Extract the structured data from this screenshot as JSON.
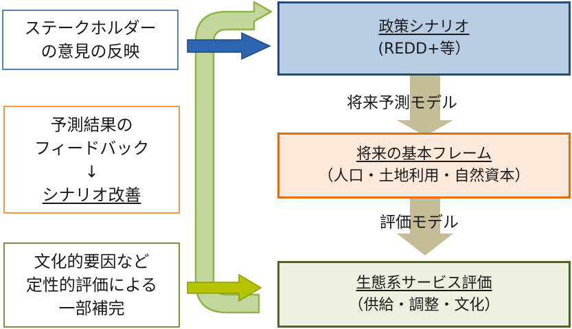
{
  "left_boxes": {
    "stakeholder": {
      "line1": "ステークホルダー",
      "line2": "の意見の反映",
      "color": "#4f81bd"
    },
    "feedback": {
      "line1": "予測結果の",
      "line2": "フィードバック",
      "arrow": "↓",
      "line3": "シナリオ改善",
      "color": "#f79646"
    },
    "cultural": {
      "line1": "文化的要因など",
      "line2": "定性的評価による",
      "line3": "一部補完",
      "color": "#77933c"
    }
  },
  "right_boxes": {
    "policy": {
      "title": "政策シナリオ",
      "subtitle": "(REDD+等）",
      "fill": "#b8cce4",
      "border": "#1f497d"
    },
    "framework": {
      "title": "将来の基本フレーム",
      "subtitle": "（人口・土地利用・自然資本）",
      "fill": "#fde9d9",
      "border": "#e46c0a"
    },
    "ecosystem": {
      "title": "生態系サービス評価",
      "subtitle": "（供給・調整・文化）",
      "fill": "#ebf1de",
      "border": "#4f6228"
    }
  },
  "connectors": {
    "future_model": "将来予測モデル",
    "evaluation_model": "評価モデル"
  },
  "colors": {
    "blue_arrow": "#2e65b1",
    "yellow_arrow": "#b5c300",
    "feedback_loop": "#c3d69b",
    "feedback_loop_edge": "#8eb346",
    "down_arrow": "#c4bd97"
  }
}
